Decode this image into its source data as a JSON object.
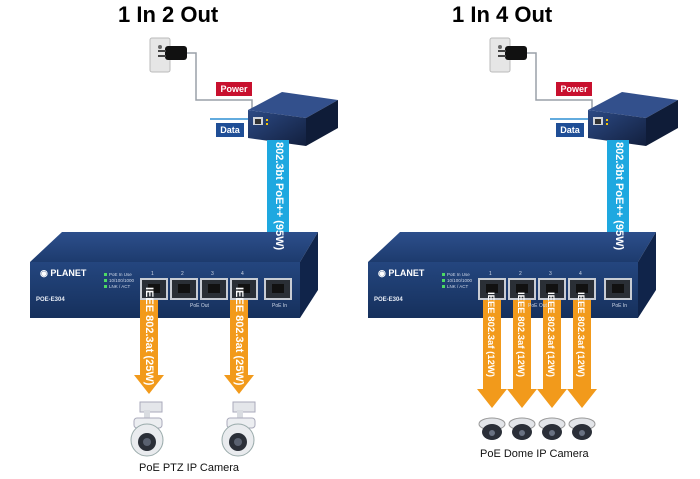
{
  "left": {
    "title": "1 In 2 Out",
    "power_label": "Power",
    "data_label": "Data",
    "uplink_label": "802.3bt PoE++ (95W)",
    "switch_model": "POE-E304",
    "switch_brand": "PLANET",
    "out_label": "PoE Out",
    "in_label": "PoE In",
    "port_numbers": [
      "1",
      "2",
      "3",
      "4"
    ],
    "output_labels": [
      "IEEE 802.3at (25W)",
      "IEEE 802.3at (25W)"
    ],
    "camera_caption": "PoE PTZ IP Camera"
  },
  "right": {
    "title": "1 In 4 Out",
    "power_label": "Power",
    "data_label": "Data",
    "uplink_label": "802.3bt PoE++ (95W)",
    "switch_model": "POE-E304",
    "switch_brand": "PLANET",
    "out_label": "PoE Out",
    "in_label": "PoE In",
    "port_numbers": [
      "1",
      "2",
      "3",
      "4"
    ],
    "output_labels": [
      "IEEE 802.3af (12W)",
      "IEEE 802.3af (12W)",
      "IEEE 802.3af (12W)",
      "IEEE 802.3af (12W)"
    ],
    "camera_caption": "PoE Dome IP Camera"
  },
  "led_legend": [
    "PoE In Use",
    "10/100/1000",
    "LNK / ACT"
  ],
  "colors": {
    "switch_body": "#1d3b6e",
    "injector_body": "#1b2f5a",
    "uplink_arrow": "#1ea8e0",
    "output_arrow": "#f29a1b",
    "power_tag": "#c8102e",
    "data_tag": "#1f4e96"
  }
}
